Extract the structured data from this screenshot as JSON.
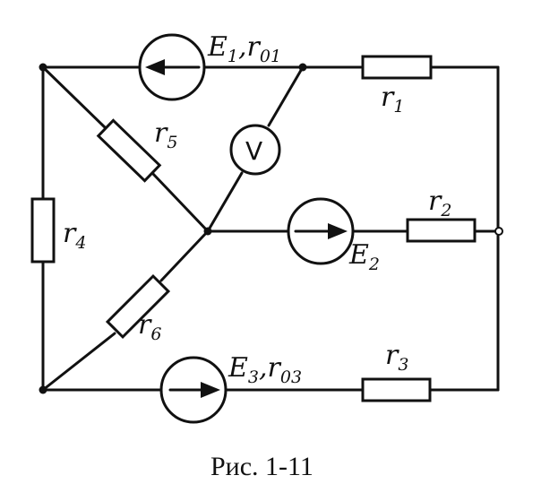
{
  "labels": {
    "E1_main": "E",
    "E1_sub": "1",
    "E1_sep": ",r",
    "E1_r_sub": "01",
    "r1_main": "r",
    "r1_sub": "1",
    "r5_main": "r",
    "r5_sub": "5",
    "V": "V",
    "r4_main": "r",
    "r4_sub": "4",
    "r2_main": "r",
    "r2_sub": "2",
    "E2_main": "E",
    "E2_sub": "2",
    "r6_main": "r",
    "r6_sub": "6",
    "E3_main": "E",
    "E3_sub": "3",
    "E3_sep": ",r",
    "E3_r_sub": "03",
    "r3_main": "r",
    "r3_sub": "3"
  },
  "caption": "Рис. 1-11"
}
